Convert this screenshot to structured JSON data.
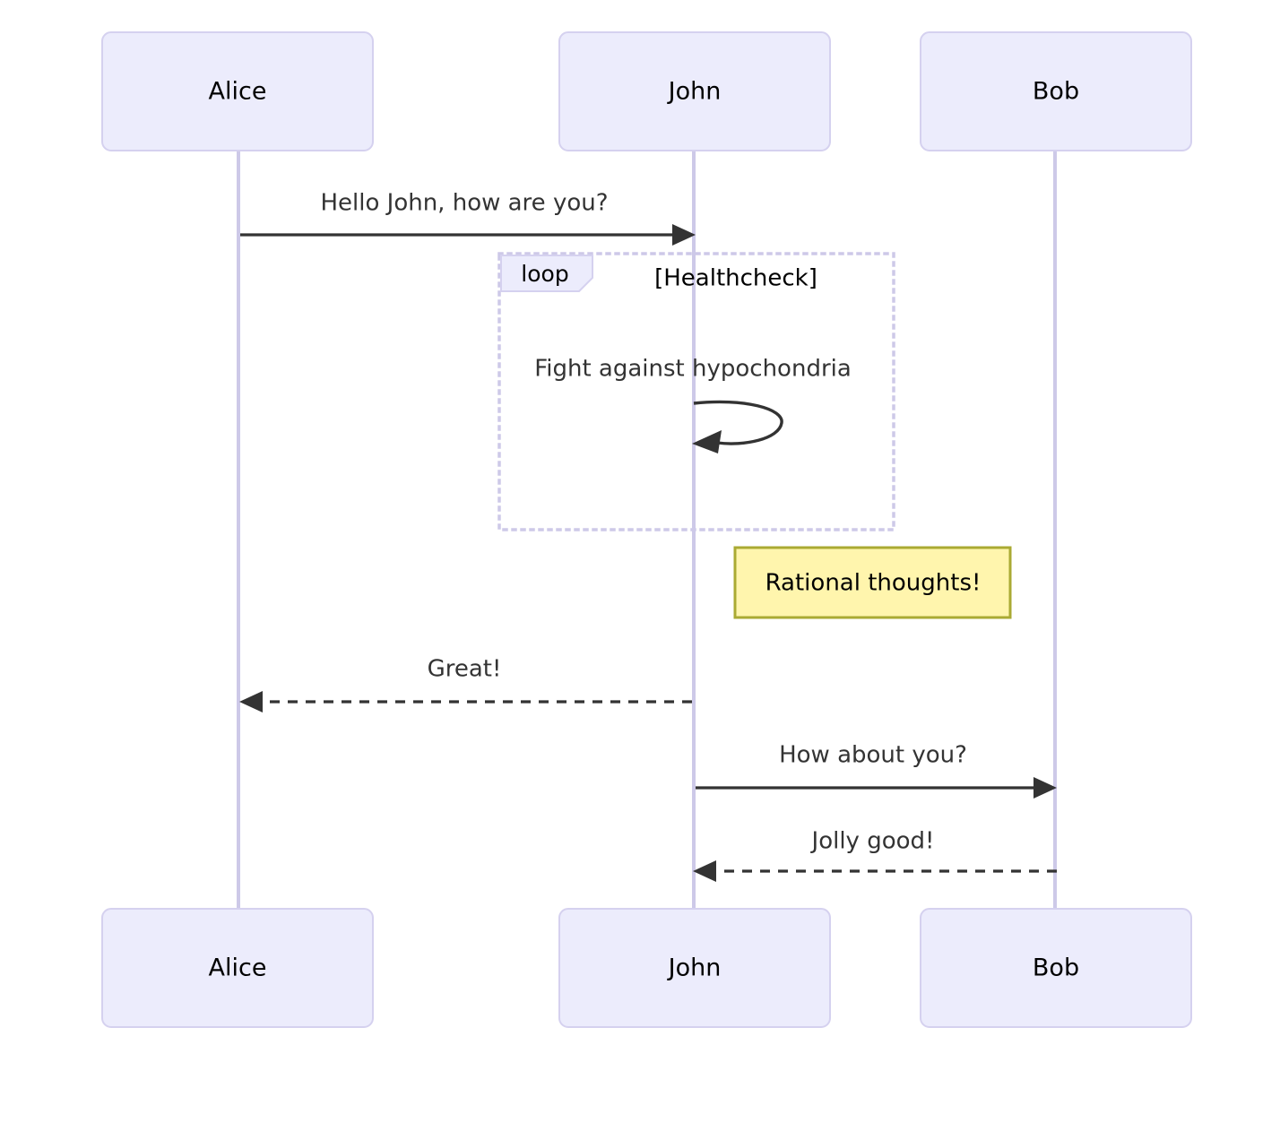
{
  "diagram": {
    "type": "sequence-diagram",
    "background_color": "#ffffff",
    "colors": {
      "actor_fill": "#ececfc",
      "actor_stroke": "#d5d1ef",
      "lifeline": "#cdc9e8",
      "message_line": "#333333",
      "note_fill": "#fff5ad",
      "note_stroke": "#aaaa33",
      "text": "#333333"
    }
  },
  "participants": [
    {
      "id": "alice",
      "name": "Alice"
    },
    {
      "id": "john",
      "name": "John"
    },
    {
      "id": "bob",
      "name": "Bob"
    }
  ],
  "participants_bottom": [
    {
      "id": "alice",
      "name": "Alice"
    },
    {
      "id": "john",
      "name": "John"
    },
    {
      "id": "bob",
      "name": "Bob"
    }
  ],
  "messages": [
    {
      "index": 0,
      "from": "alice",
      "to": "john",
      "label": "Hello John, how are you?",
      "style": "solid",
      "direction": "right"
    },
    {
      "index": 1,
      "from": "john",
      "to": "john",
      "label": "Fight against hypochondria",
      "style": "solid",
      "direction": "self"
    },
    {
      "index": 2,
      "from": "john",
      "to": "alice",
      "label": "Great!",
      "style": "dashed",
      "direction": "left"
    },
    {
      "index": 3,
      "from": "john",
      "to": "bob",
      "label": "How about you?",
      "style": "solid",
      "direction": "right"
    },
    {
      "index": 4,
      "from": "bob",
      "to": "john",
      "label": "Jolly good!",
      "style": "dashed",
      "direction": "left"
    }
  ],
  "fragments": [
    {
      "id": "loop-healthcheck",
      "keyword": "loop",
      "condition": "[Healthcheck]",
      "contains": [
        "Fight against hypochondria"
      ]
    }
  ],
  "notes": [
    {
      "id": "note-rational",
      "text": "Rational thoughts!",
      "placement": "right of John",
      "fill": "#fff5ad",
      "stroke": "#aaaa33"
    }
  ]
}
